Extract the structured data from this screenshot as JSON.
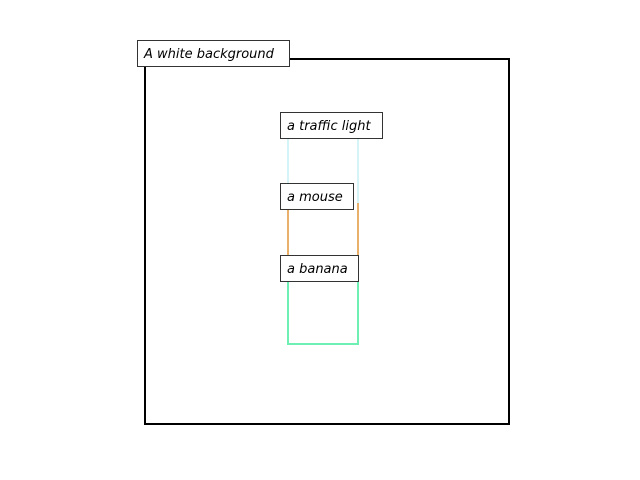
{
  "background": {
    "label": "A white background",
    "color": "#ffffff"
  },
  "objects": [
    {
      "label": "a traffic light",
      "color": "#d4f4f8"
    },
    {
      "label": "a mouse",
      "color": "#e8b06a"
    },
    {
      "label": "a banana",
      "color": "#6ef0b4"
    }
  ]
}
